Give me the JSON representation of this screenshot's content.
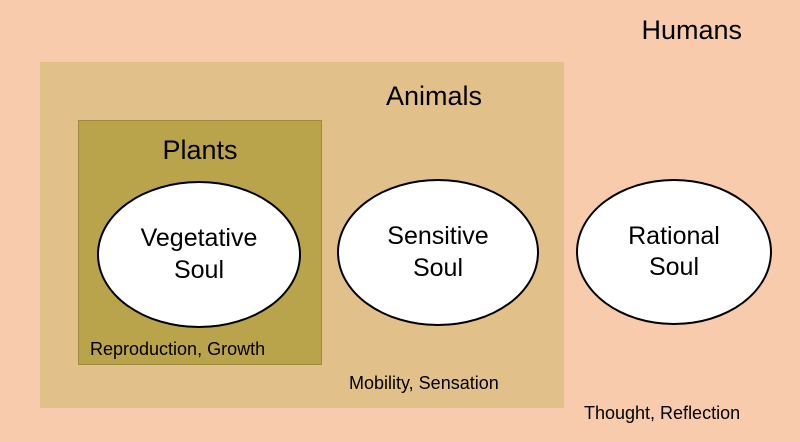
{
  "diagram": {
    "outer": {
      "label": "Humans",
      "caption": "Thought, Reflection",
      "color": "#f8cbad"
    },
    "middle": {
      "label": "Animals",
      "caption": "Mobility, Sensation",
      "color": "#e2c089"
    },
    "inner": {
      "label": "Plants",
      "caption": "Reproduction, Growth",
      "color": "#b9a44c"
    },
    "souls": {
      "vegetative": "Vegetative\nSoul",
      "sensitive": "Sensitive\nSoul",
      "rational": "Rational\nSoul"
    },
    "colors": {
      "ellipse_fill": "#ffffff",
      "ellipse_border": "#000000",
      "text": "#000000"
    }
  }
}
